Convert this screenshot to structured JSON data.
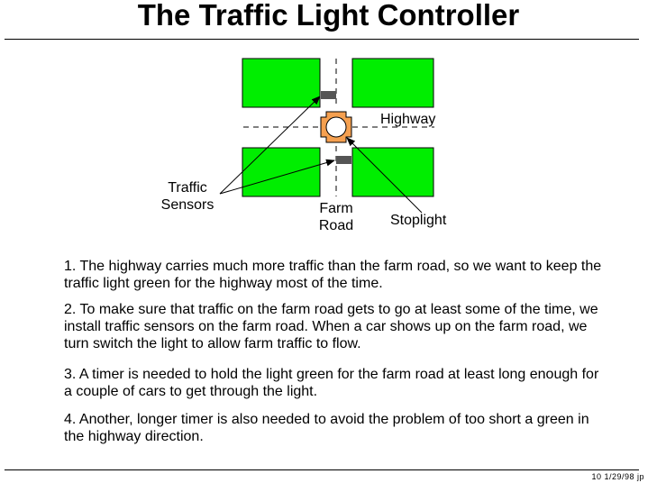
{
  "title": "The Traffic Light Controller",
  "diagram": {
    "labels": {
      "highway": "Highway",
      "traffic_sensors_line1": "Traffic",
      "traffic_sensors_line2": "Sensors",
      "farm_road_line1": "Farm",
      "farm_road_line2": "Road",
      "stoplight": "Stoplight"
    },
    "colors": {
      "field": "#00ee00",
      "sensor": "#555555",
      "stoplight_frame": "#f5a050",
      "stoplight_center": "#ffffff"
    }
  },
  "points": [
    "1.  The highway carries much more traffic than the farm road, so we want to keep the traffic light green for the highway most of the time.",
    "2.  To make sure that traffic on the farm road gets to go at least some of the time, we install traffic sensors on the farm road.  When a car shows up on the farm road, we turn switch the light to allow farm traffic to flow.",
    "3. A timer is needed to hold the light green for the farm road at least long enough for a couple of cars to get through the light.",
    "4. Another, longer timer is also needed to avoid the problem of too short a green in the highway direction."
  ],
  "footer": "10  1/29/98  jp"
}
